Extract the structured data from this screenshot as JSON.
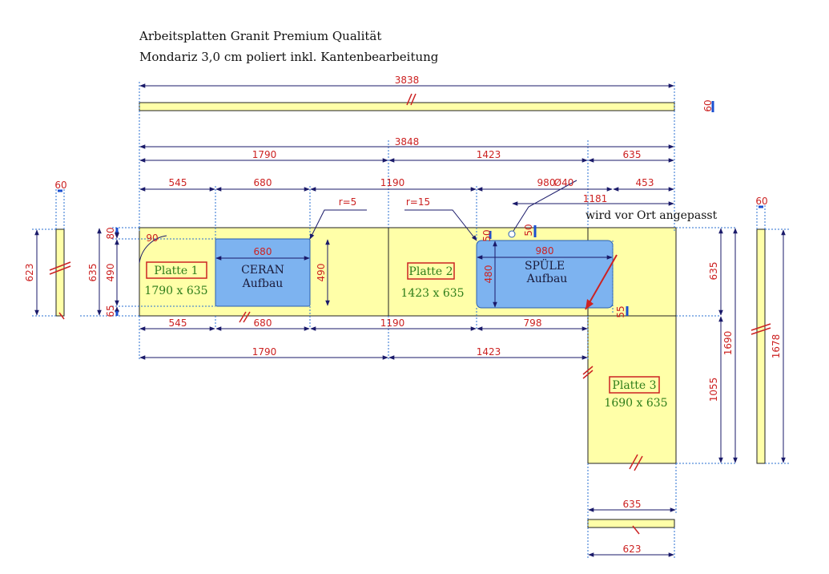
{
  "title": {
    "line1": "Arbeitsplatten Granit Premium Qualität",
    "line2": "Mondariz 3,0 cm poliert inkl. Kantenbearbeitung"
  },
  "colors": {
    "slab": "#ffffa8",
    "cutout": "#7db3f0",
    "dimension": "#cc2222",
    "extension": "#2a6fd0",
    "outline": "#222222"
  },
  "plates": [
    {
      "label": "Platte 1",
      "size": "1790 x 635"
    },
    {
      "label": "Platte 2",
      "size": "1423 x 635"
    },
    {
      "label": "Platte 3",
      "size": "1690 x 635"
    }
  ],
  "cutouts": {
    "ceran": {
      "line1": "CERAN",
      "line2": "Aufbau"
    },
    "spuele": {
      "line1": "SPÜLE",
      "line2": "Aufbau"
    }
  },
  "note": "wird vor Ort angepasst",
  "dimensions": {
    "strip_top_length": "3838",
    "strip_top_depth": "60",
    "overall": "3848",
    "seg_1790": "1790",
    "seg_1423": "1423",
    "seg_635": "635",
    "row3_545": "545",
    "row3_680": "680",
    "row3_1190": "1190",
    "row3_980": "980",
    "row3_453": "453",
    "hole_dia": "Ø40",
    "hole_1181": "1181",
    "r5": "r=5",
    "r15": "r=15",
    "ceran_width": "680",
    "ceran_depth": "490",
    "sink_width": "980",
    "sink_depth": "480",
    "left_80": "80",
    "left_490": "490",
    "left_65": "65",
    "left_635": "635",
    "angle_90": "90",
    "gap_50a": "50",
    "gap_50b": "50",
    "gap_55": "55",
    "bot_545": "545",
    "bot_680": "680",
    "bot_1190": "1190",
    "bot_798": "798",
    "bot_1790": "1790",
    "bot_1423": "1423",
    "right_635": "635",
    "right_1690": "1690",
    "right_1055": "1055",
    "left_strip_depth": "60",
    "left_strip_length": "623",
    "right_strip_depth": "60",
    "right_strip_length": "1678",
    "bottom_strip_width": "635",
    "bottom_strip_length": "623"
  }
}
